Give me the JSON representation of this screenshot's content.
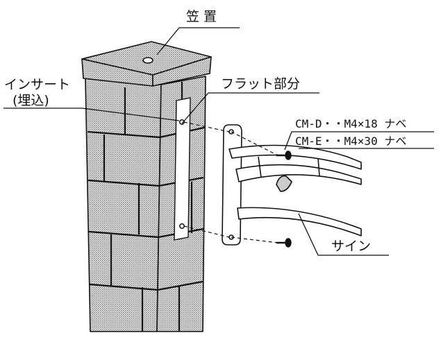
{
  "labels": {
    "cap": "笠 置",
    "insert_line1": "インサート",
    "insert_line2": "(埋込)",
    "flat_part": "フラット部分",
    "screw_cmd": "CM-D・・M4×18 ナベ",
    "screw_cme": "CM-E・・M4×30 ナベ",
    "sign": "サイン"
  },
  "colors": {
    "line": "#111111",
    "hatch": "#8a8a8a",
    "background": "#ffffff"
  }
}
